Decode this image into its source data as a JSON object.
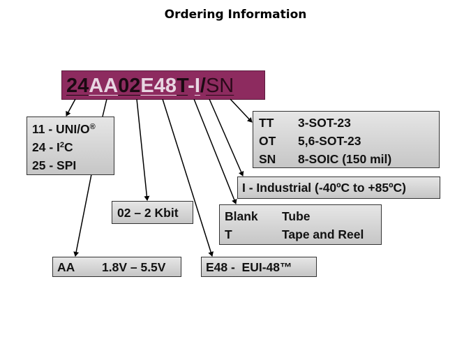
{
  "title": "Ordering Information",
  "part_number": {
    "segments": [
      {
        "text": "24",
        "style": "dark"
      },
      {
        "text": "AA",
        "style": "light"
      },
      {
        "text": "02",
        "style": "dark"
      },
      {
        "text": "E48",
        "style": "light"
      },
      {
        "text": "T",
        "style": "dark"
      },
      {
        "text": "-",
        "style": "light"
      },
      {
        "text": "I",
        "style": "light"
      },
      {
        "text": "/",
        "style": "dark"
      },
      {
        "text": "SN",
        "style": "sn"
      }
    ],
    "background_color": "#8d2b5f"
  },
  "family_box": {
    "rows": [
      {
        "code": "11 - UNI/O",
        "sup": "®"
      },
      {
        "code": "24 - I",
        "sup": "2",
        "suffix": "C"
      },
      {
        "code": "25 - SPI"
      }
    ]
  },
  "package_box": {
    "rows": [
      {
        "code": "TT",
        "desc": "3-SOT-23"
      },
      {
        "code": "OT",
        "desc": "5,6-SOT-23"
      },
      {
        "code": "SN",
        "desc": "8-SOIC (150 mil)"
      }
    ]
  },
  "temperature_box": {
    "text": "I - Industrial (-40ºC to +85ºC)"
  },
  "packing_box": {
    "rows": [
      {
        "code": "Blank",
        "desc": "Tube"
      },
      {
        "code": "T",
        "desc": "Tape and Reel"
      }
    ]
  },
  "density_box": {
    "text": "02 – 2 Kbit"
  },
  "voltage_box": {
    "code": "AA",
    "desc": "1.8V – 5.5V"
  },
  "eui_box": {
    "text": "E48 -  EUI-48™"
  }
}
